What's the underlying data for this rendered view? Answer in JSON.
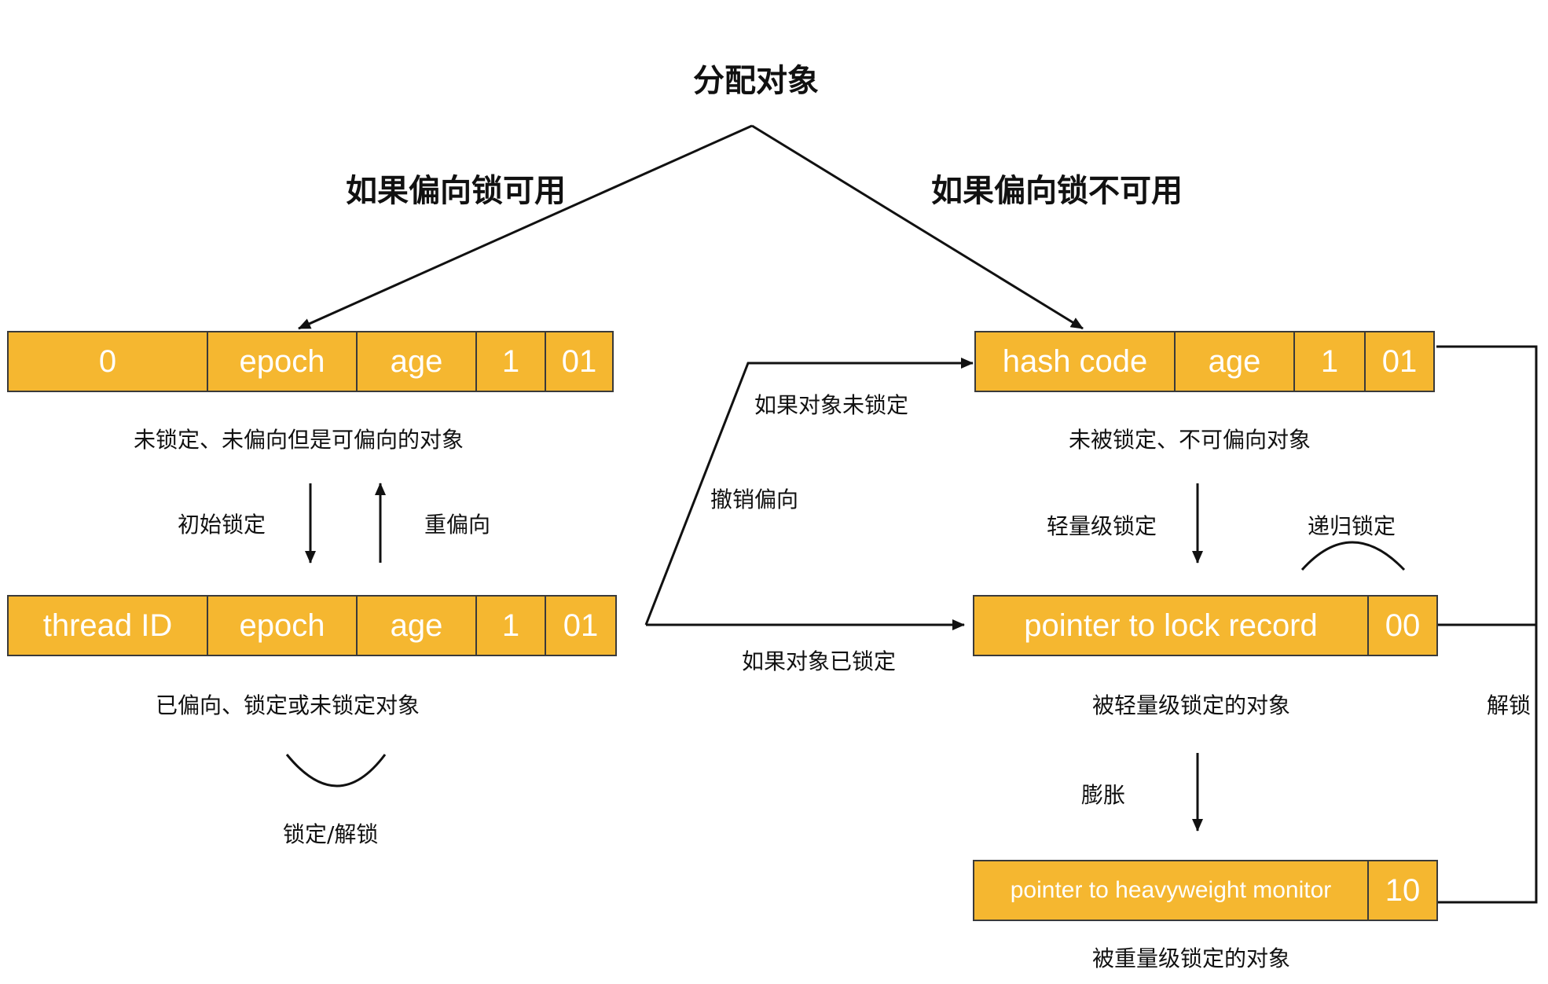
{
  "title": "分配对象",
  "branches": {
    "biased_available": "如果偏向锁可用",
    "biased_unavailable": "如果偏向锁不可用"
  },
  "rows": {
    "unlocked_biasable": {
      "cells": [
        "0",
        "epoch",
        "age",
        "1",
        "01"
      ],
      "caption": "未锁定、未偏向但是可偏向的对象"
    },
    "biased": {
      "cells": [
        "thread ID",
        "epoch",
        "age",
        "1",
        "01"
      ],
      "caption": "已偏向、锁定或未锁定对象"
    },
    "unlocked_nonbiasable": {
      "cells": [
        "hash code",
        "age",
        "1",
        "01"
      ],
      "caption": "未被锁定、不可偏向对象"
    },
    "lightweight": {
      "cells": [
        "pointer to lock record",
        "00"
      ],
      "caption": "被轻量级锁定的对象"
    },
    "heavyweight": {
      "cells": [
        "pointer to heavyweight monitor",
        "10"
      ],
      "caption": "被重量级锁定的对象"
    }
  },
  "transitions": {
    "initial_lock": "初始锁定",
    "rebias": "重偏向",
    "lock_unlock": "锁定/解锁",
    "revoke_bias": "撤销偏向",
    "if_not_locked": "如果对象未锁定",
    "if_locked": "如果对象已锁定",
    "lightweight_lock": "轻量级锁定",
    "recursive_lock": "递归锁定",
    "inflate": "膨胀",
    "unlock": "解锁"
  },
  "colors": {
    "cell_fill": "#f5b730",
    "cell_border": "#3a3a3a",
    "line": "#111111",
    "text": "#111111"
  }
}
